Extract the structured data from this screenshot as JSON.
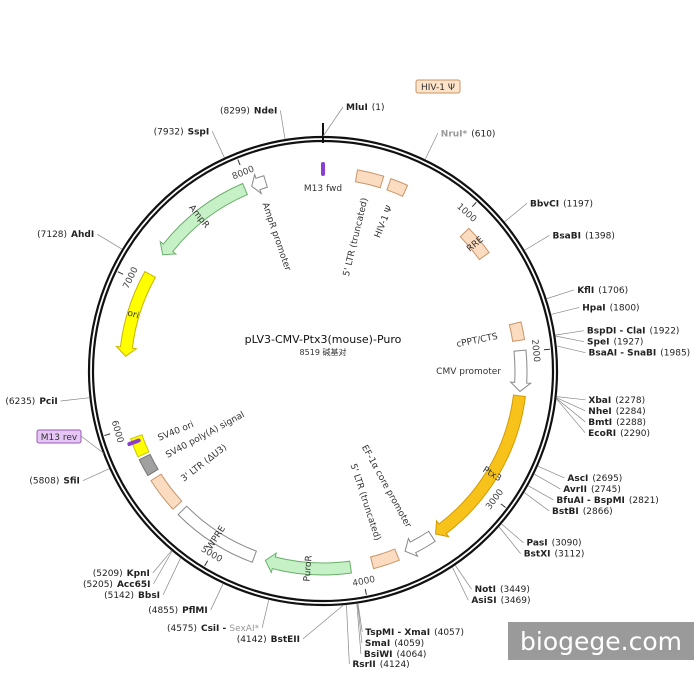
{
  "plasmid": {
    "name": "pLV3-CMV-Ptx3(mouse)-Puro",
    "length_text": "8519 碱基对",
    "length_bp": 8519
  },
  "ticks": [
    {
      "label": "1000",
      "pos": 1000
    },
    {
      "label": "2000",
      "pos": 2000
    },
    {
      "label": "3000",
      "pos": 3000
    },
    {
      "label": "4000",
      "pos": 4000
    },
    {
      "label": "5000",
      "pos": 5000
    },
    {
      "label": "6000",
      "pos": 6000
    },
    {
      "label": "7000",
      "pos": 7000
    },
    {
      "label": "8000",
      "pos": 8000
    }
  ],
  "features": [
    {
      "name": "5' LTR (truncated)",
      "start": 230,
      "end": 410,
      "kind": "box",
      "color": "#fbdcc0",
      "stroke": "#c8956a",
      "track": "inner"
    },
    {
      "name": "HIV-1 Ψ",
      "start": 460,
      "end": 580,
      "kind": "box",
      "color": "#fbdcc0",
      "stroke": "#c8956a",
      "track": "inner"
    },
    {
      "name": "RRE",
      "start": 1080,
      "end": 1290,
      "kind": "box",
      "color": "#fbdcc0",
      "stroke": "#c8956a",
      "track": "inner"
    },
    {
      "name": "cPPT/CTS",
      "start": 1800,
      "end": 1920,
      "kind": "box",
      "color": "#fbdcc0",
      "stroke": "#c8956a",
      "track": "inner"
    },
    {
      "name": "CMV promoter",
      "start": 1990,
      "end": 2270,
      "kind": "arrow",
      "dir": 1,
      "color": "#ffffff",
      "stroke": "#888888",
      "track": "inner"
    },
    {
      "name": "Ptx3",
      "start": 2300,
      "end": 3440,
      "kind": "arrow",
      "dir": 1,
      "color": "#f7c31a",
      "stroke": "#d49a00",
      "track": "inner"
    },
    {
      "name": "EF-1α core promoter",
      "start": 3470,
      "end": 3680,
      "kind": "arrow",
      "dir": 1,
      "color": "#ffffff",
      "stroke": "#888888",
      "track": "inner"
    },
    {
      "name": "5' LTR (truncated)",
      "start": 3740,
      "end": 3920,
      "kind": "box",
      "color": "#fbdcc0",
      "stroke": "#c8956a",
      "track": "inner"
    },
    {
      "name": "PuroR",
      "start": 4070,
      "end": 4660,
      "kind": "arrow",
      "dir": 1,
      "color": "#c6f0c6",
      "stroke": "#6ab06a",
      "track": "inner"
    },
    {
      "name": "WPRE",
      "start": 4740,
      "end": 5330,
      "kind": "box",
      "color": "#ffffff",
      "stroke": "#888888",
      "track": "inner"
    },
    {
      "name": "3' LTR (ΔU3)",
      "start": 5380,
      "end": 5620,
      "kind": "box",
      "color": "#fbdcc0",
      "stroke": "#c8956a",
      "track": "inner"
    },
    {
      "name": "SV40 poly(A) signal",
      "start": 5660,
      "end": 5780,
      "kind": "box",
      "color": "#a0a0a0",
      "stroke": "#777777",
      "track": "inner"
    },
    {
      "name": "SV40 ori",
      "start": 5800,
      "end": 5930,
      "kind": "box",
      "color": "#ffff00",
      "stroke": "#c8c800",
      "track": "inner"
    },
    {
      "name": "ori",
      "start": 6490,
      "end": 7080,
      "kind": "arrow",
      "dir": -1,
      "color": "#ffff00",
      "stroke": "#c8b400",
      "track": "inner"
    },
    {
      "name": "AmpR",
      "start": 7240,
      "end": 7970,
      "kind": "arrow",
      "dir": -1,
      "color": "#c6f0c6",
      "stroke": "#6ab06a",
      "track": "inner"
    },
    {
      "name": "AmpR promoter",
      "start": 8020,
      "end": 8120,
      "kind": "arrow",
      "dir": -1,
      "color": "#ffffff",
      "stroke": "#888888",
      "track": "inner"
    }
  ],
  "primers": [
    {
      "name": "M13 fwd",
      "pos": 8519
    },
    {
      "name": "M13 rev",
      "pos": 5900
    }
  ],
  "sites": [
    {
      "name": "MluI",
      "pos_text": "(1)",
      "pos": 1,
      "side": "right"
    },
    {
      "name": "NruI*",
      "pos_text": "(610)",
      "pos": 610,
      "side": "right",
      "faded": true
    },
    {
      "name": "BbvCI",
      "pos_text": "(1197)",
      "pos": 1197,
      "side": "right"
    },
    {
      "name": "BsaBI",
      "pos_text": "(1398)",
      "pos": 1398,
      "side": "right"
    },
    {
      "name": "KflI",
      "pos_text": "(1706)",
      "pos": 1706,
      "side": "right"
    },
    {
      "name": "HpaI",
      "pos_text": "(1800)",
      "pos": 1800,
      "side": "right"
    },
    {
      "name": "BspDI - ClaI",
      "pos_text": "(1922)",
      "pos": 1922,
      "side": "right"
    },
    {
      "name": "SpeI",
      "pos_text": "(1927)",
      "pos": 1927,
      "side": "right"
    },
    {
      "name": "BsaAI - SnaBI",
      "pos_text": "(1985)",
      "pos": 1985,
      "side": "right"
    },
    {
      "name": "XbaI",
      "pos_text": "(2278)",
      "pos": 2278,
      "side": "right"
    },
    {
      "name": "NheI",
      "pos_text": "(2284)",
      "pos": 2284,
      "side": "right"
    },
    {
      "name": "BmtI",
      "pos_text": "(2288)",
      "pos": 2288,
      "side": "right"
    },
    {
      "name": "EcoRI",
      "pos_text": "(2290)",
      "pos": 2290,
      "side": "right"
    },
    {
      "name": "AscI",
      "pos_text": "(2695)",
      "pos": 2695,
      "side": "right"
    },
    {
      "name": "AvrII",
      "pos_text": "(2745)",
      "pos": 2745,
      "side": "right"
    },
    {
      "name": "BfuAI - BspMI",
      "pos_text": "(2821)",
      "pos": 2821,
      "side": "right"
    },
    {
      "name": "BstBI",
      "pos_text": "(2866)",
      "pos": 2866,
      "side": "right"
    },
    {
      "name": "PasI",
      "pos_text": "(3090)",
      "pos": 3090,
      "side": "right"
    },
    {
      "name": "BstXI",
      "pos_text": "(3112)",
      "pos": 3112,
      "side": "right"
    },
    {
      "name": "NotI",
      "pos_text": "(3449)",
      "pos": 3449,
      "side": "right"
    },
    {
      "name": "AsiSI",
      "pos_text": "(3469)",
      "pos": 3469,
      "side": "right"
    },
    {
      "name": "TspMI - XmaI",
      "pos_text": "(4057)",
      "pos": 4057,
      "side": "right"
    },
    {
      "name": "SmaI",
      "pos_text": "(4059)",
      "pos": 4059,
      "side": "right"
    },
    {
      "name": "BsiWI",
      "pos_text": "(4064)",
      "pos": 4064,
      "side": "right"
    },
    {
      "name": "RsrII",
      "pos_text": "(4124)",
      "pos": 4124,
      "side": "right"
    },
    {
      "name": "BstEII",
      "pos_text": "(4142)",
      "pos": 4142,
      "side": "left"
    },
    {
      "name": "CsiI - SexAI*",
      "pos_text": "(4575)",
      "pos": 4575,
      "side": "left",
      "faded_part": "SexAI*"
    },
    {
      "name": "PflMI",
      "pos_text": "(4855)",
      "pos": 4855,
      "side": "left"
    },
    {
      "name": "BbsI",
      "pos_text": "(5142)",
      "pos": 5142,
      "side": "left"
    },
    {
      "name": "Acc65I",
      "pos_text": "(5205)",
      "pos": 5205,
      "side": "left"
    },
    {
      "name": "KpnI",
      "pos_text": "(5209)",
      "pos": 5209,
      "side": "left"
    },
    {
      "name": "SfiI",
      "pos_text": "(5808)",
      "pos": 5808,
      "side": "left"
    },
    {
      "name": "PciI",
      "pos_text": "(6235)",
      "pos": 6235,
      "side": "left"
    },
    {
      "name": "AhdI",
      "pos_text": "(7128)",
      "pos": 7128,
      "side": "left"
    },
    {
      "name": "SspI",
      "pos_text": "(7932)",
      "pos": 7932,
      "side": "left"
    },
    {
      "name": "NdeI",
      "pos_text": "(8299)",
      "pos": 8299,
      "side": "left"
    }
  ],
  "watermark": "biogege.com",
  "colors": {
    "backbone": "#111111",
    "primer": "#8a3fd1",
    "primer_label_bg": "#e6c6f5",
    "primer_label_stroke": "#9b59b6",
    "psi_label_bg": "#fde3c8",
    "psi_label_stroke": "#c8956a"
  }
}
